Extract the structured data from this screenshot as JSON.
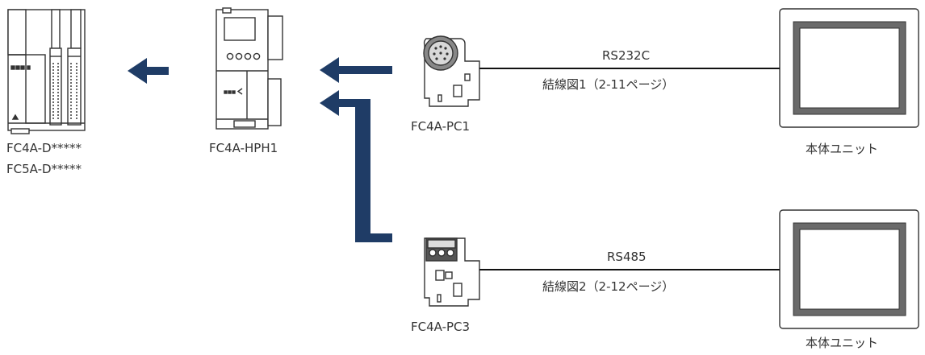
{
  "devices": {
    "cpu_module": {
      "label_line1": "FC4A-D*****",
      "label_line2": "FC5A-D*****"
    },
    "hph_module": {
      "label": "FC4A-HPH1"
    },
    "pc1_module": {
      "label": "FC4A-PC1"
    },
    "pc3_module": {
      "label": "FC4A-PC3"
    },
    "hmi_unit_top": {
      "label": "本体ユニット"
    },
    "hmi_unit_bottom": {
      "label": "本体ユニット"
    }
  },
  "links": {
    "top": {
      "protocol": "RS232C",
      "wiring": "結線図1（2-11ページ）"
    },
    "bottom": {
      "protocol": "RS485",
      "wiring": "結線図2（2-12ページ）"
    }
  },
  "colors": {
    "arrow": "#1f3c66",
    "outline": "#333333",
    "fill": "#ffffff",
    "screen": "#6a6a6a"
  }
}
